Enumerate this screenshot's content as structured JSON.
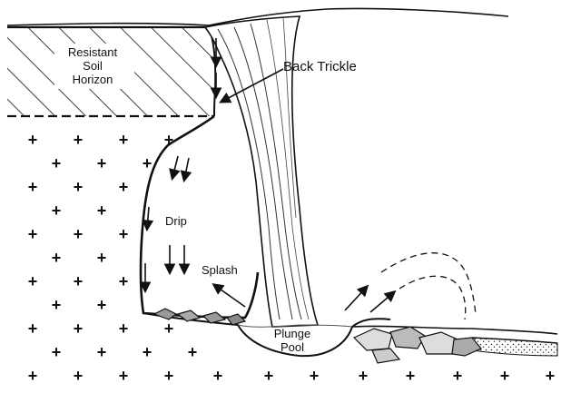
{
  "diagram": {
    "labels": {
      "resistant_line1": "Resistant",
      "resistant_line2": "Soil",
      "resistant_line3": "Horizon",
      "back_trickle": "Back Trickle",
      "drip": "Drip",
      "splash": "Splash",
      "plunge_line1": "Plunge",
      "plunge_line2": "Pool"
    },
    "symbols": {
      "bedrock_mark": "+"
    },
    "colors": {
      "ink": "#111111",
      "background": "#ffffff"
    }
  }
}
